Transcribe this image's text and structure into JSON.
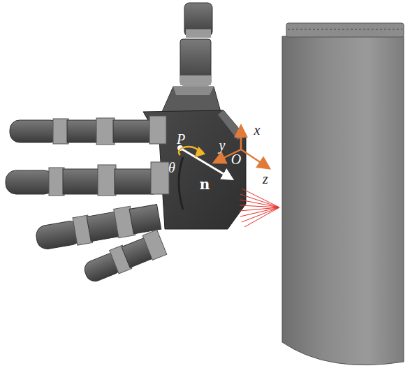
{
  "diagram": {
    "labels": [
      "x",
      "P",
      "y",
      "O",
      "θ",
      "z",
      "n"
    ]
  }
}
